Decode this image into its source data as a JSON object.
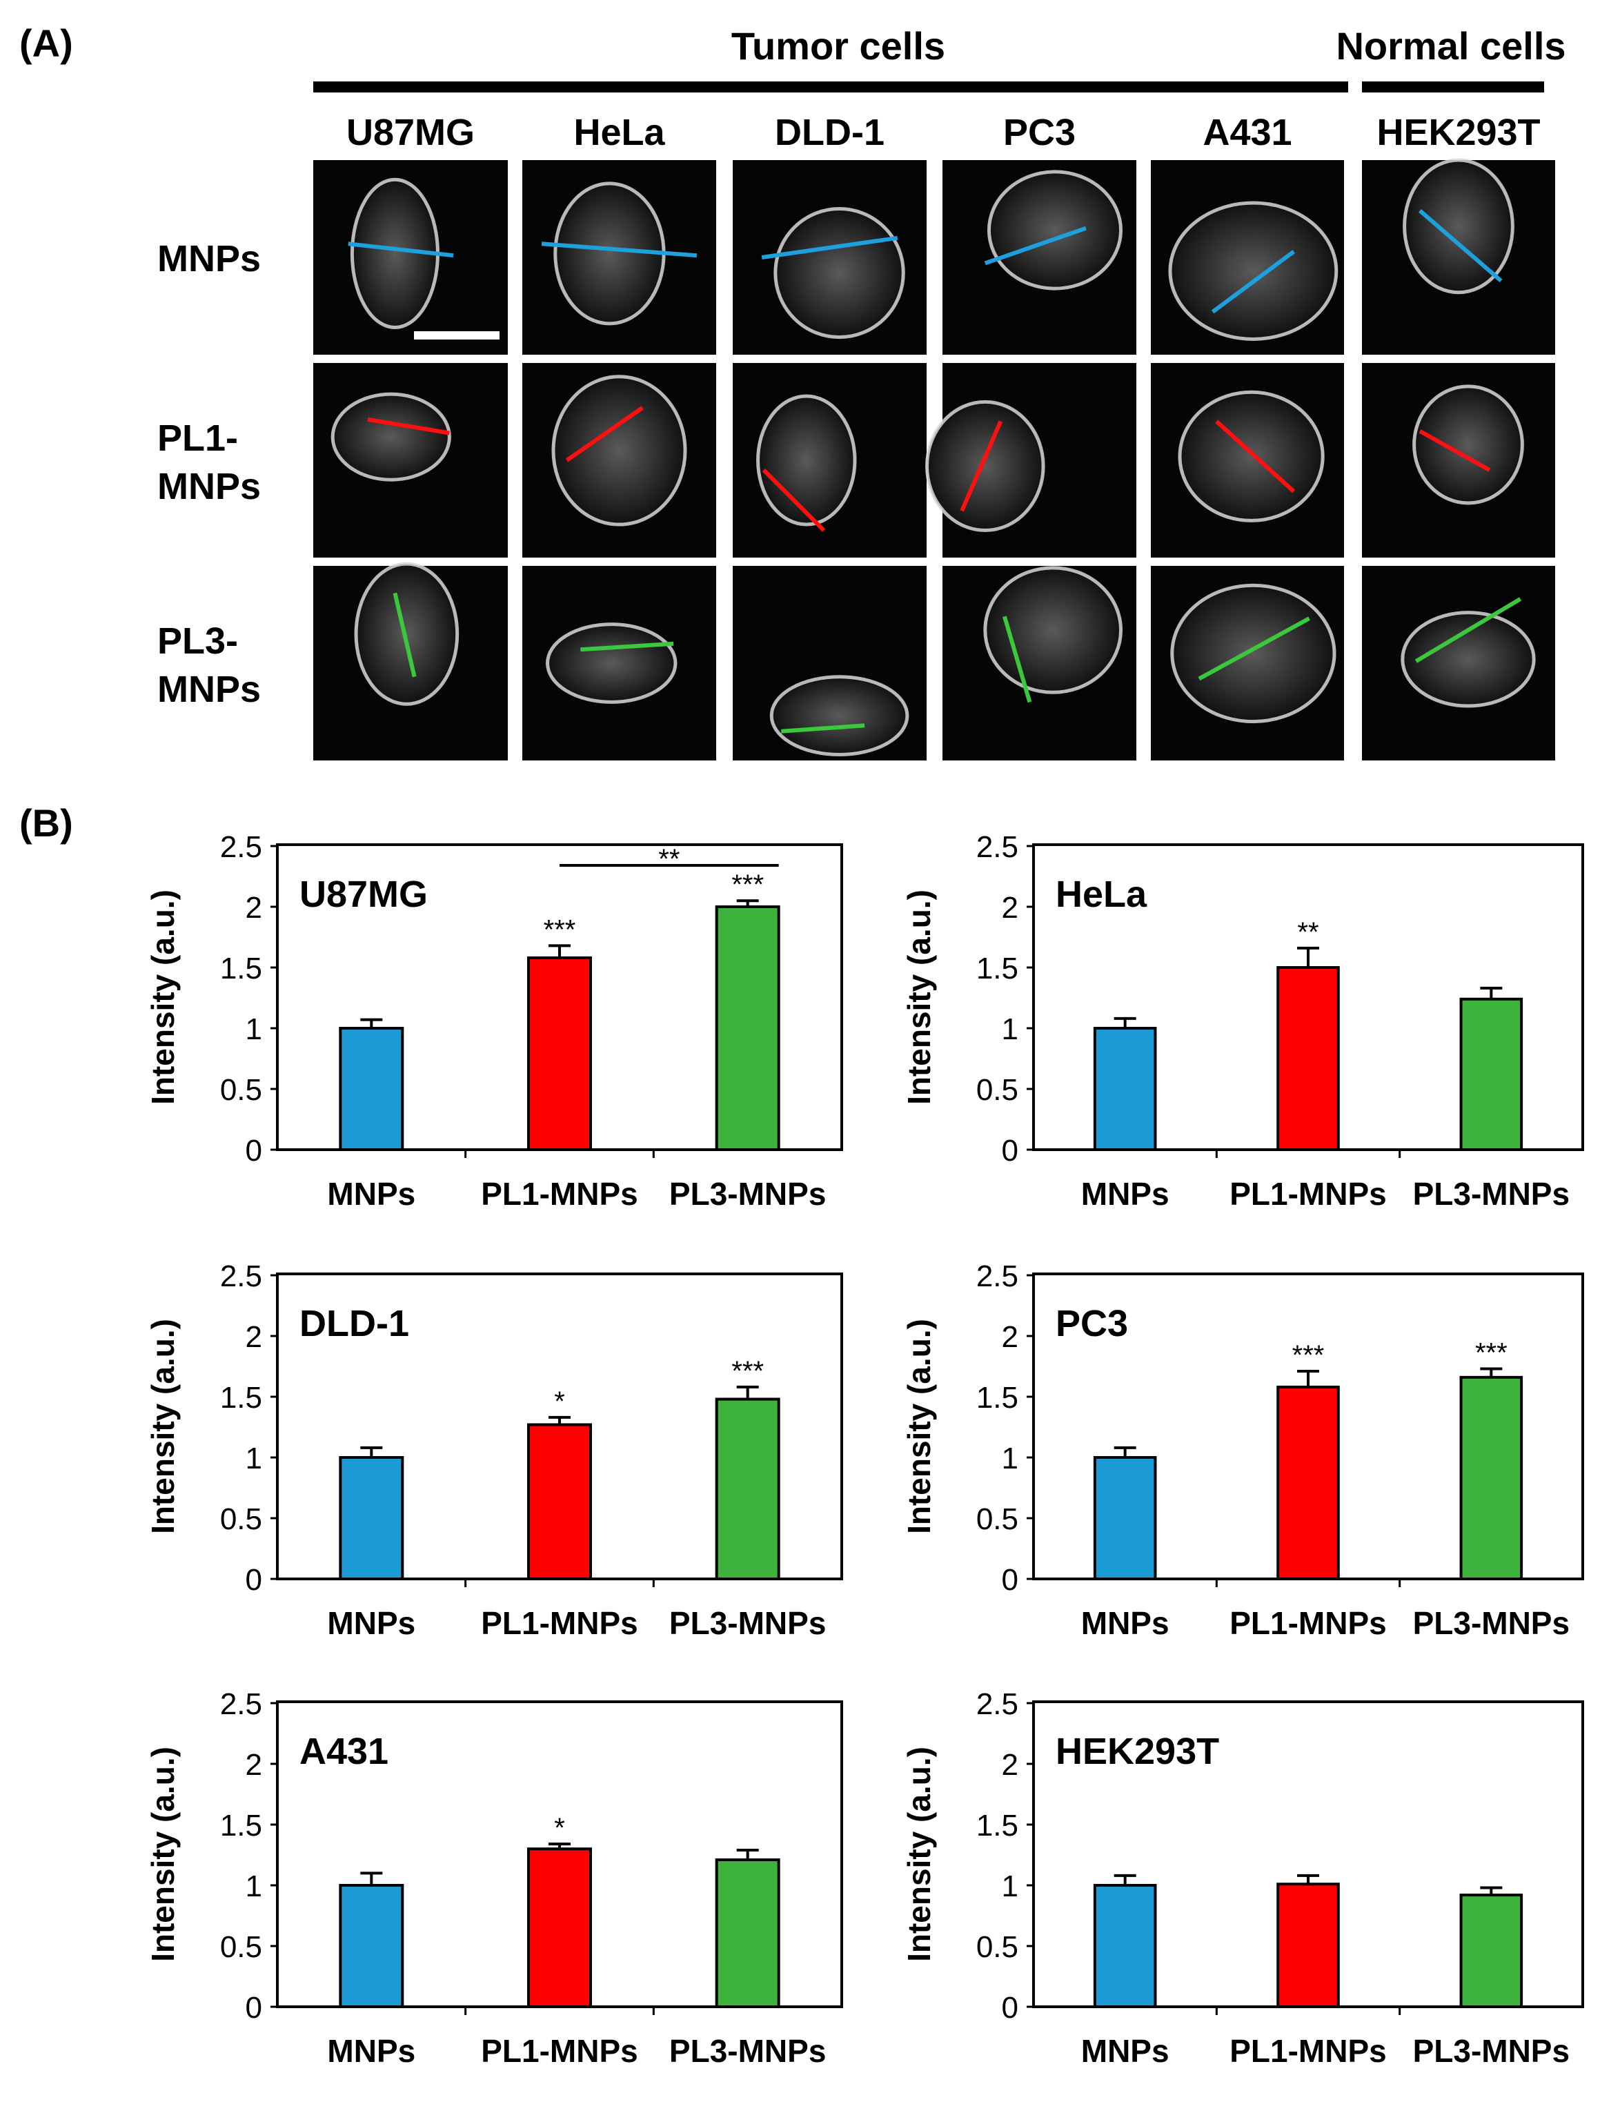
{
  "panel_a": {
    "label": "(A)",
    "group_tumor": "Tumor cells",
    "group_normal": "Normal cells",
    "cell_lines": [
      "U87MG",
      "HeLa",
      "DLD-1",
      "PC3",
      "A431",
      "HEK293T"
    ],
    "row_labels": [
      [
        "MNPs"
      ],
      [
        "PL1-",
        "MNPs"
      ],
      [
        "PL3-",
        "MNPs"
      ]
    ],
    "line_colors": [
      "#1ea0dc",
      "#ff1010",
      "#3cc83c"
    ]
  },
  "panel_b": {
    "label": "(B)"
  },
  "chart_data": [
    {
      "type": "bar",
      "title": "U87MG",
      "categories": [
        "MNPs",
        "PL1-MNPs",
        "PL3-MNPs"
      ],
      "values": [
        1.0,
        1.58,
        2.0
      ],
      "errors": [
        0.07,
        0.1,
        0.05
      ],
      "colors": [
        "#1b9ad6",
        "#ff0000",
        "#3db33d"
      ],
      "significance": [
        "",
        "***",
        "***"
      ],
      "bracket": {
        "from": 1,
        "to": 2,
        "label": "**"
      },
      "ylabel": "Intensity (a.u.)",
      "ylim": [
        0,
        2.5
      ],
      "yticks": [
        "0",
        "0.5",
        "1",
        "1.5",
        "2",
        "2.5"
      ]
    },
    {
      "type": "bar",
      "title": "HeLa",
      "categories": [
        "MNPs",
        "PL1-MNPs",
        "PL3-MNPs"
      ],
      "values": [
        1.0,
        1.5,
        1.24
      ],
      "errors": [
        0.08,
        0.16,
        0.09
      ],
      "colors": [
        "#1b9ad6",
        "#ff0000",
        "#3db33d"
      ],
      "significance": [
        "",
        "**",
        ""
      ],
      "ylabel": "Intensity (a.u.)",
      "ylim": [
        0,
        2.5
      ],
      "yticks": [
        "0",
        "0.5",
        "1",
        "1.5",
        "2",
        "2.5"
      ]
    },
    {
      "type": "bar",
      "title": "DLD-1",
      "categories": [
        "MNPs",
        "PL1-MNPs",
        "PL3-MNPs"
      ],
      "values": [
        1.0,
        1.27,
        1.48
      ],
      "errors": [
        0.08,
        0.06,
        0.1
      ],
      "colors": [
        "#1b9ad6",
        "#ff0000",
        "#3db33d"
      ],
      "significance": [
        "",
        "*",
        "***"
      ],
      "ylabel": "Intensity (a.u.)",
      "ylim": [
        0,
        2.5
      ],
      "yticks": [
        "0",
        "0.5",
        "1",
        "1.5",
        "2",
        "2.5"
      ]
    },
    {
      "type": "bar",
      "title": "PC3",
      "categories": [
        "MNPs",
        "PL1-MNPs",
        "PL3-MNPs"
      ],
      "values": [
        1.0,
        1.58,
        1.66
      ],
      "errors": [
        0.08,
        0.13,
        0.07
      ],
      "colors": [
        "#1b9ad6",
        "#ff0000",
        "#3db33d"
      ],
      "significance": [
        "",
        "***",
        "***"
      ],
      "ylabel": "Intensity (a.u.)",
      "ylim": [
        0,
        2.5
      ],
      "yticks": [
        "0",
        "0.5",
        "1",
        "1.5",
        "2",
        "2.5"
      ]
    },
    {
      "type": "bar",
      "title": "A431",
      "categories": [
        "MNPs",
        "PL1-MNPs",
        "PL3-MNPs"
      ],
      "values": [
        1.0,
        1.3,
        1.21
      ],
      "errors": [
        0.1,
        0.04,
        0.08
      ],
      "colors": [
        "#1b9ad6",
        "#ff0000",
        "#3db33d"
      ],
      "significance": [
        "",
        "*",
        ""
      ],
      "ylabel": "Intensity (a.u.)",
      "ylim": [
        0,
        2.5
      ],
      "yticks": [
        "0",
        "0.5",
        "1",
        "1.5",
        "2",
        "2.5"
      ]
    },
    {
      "type": "bar",
      "title": "HEK293T",
      "categories": [
        "MNPs",
        "PL1-MNPs",
        "PL3-MNPs"
      ],
      "values": [
        1.0,
        1.01,
        0.92
      ],
      "errors": [
        0.08,
        0.07,
        0.06
      ],
      "colors": [
        "#1b9ad6",
        "#ff0000",
        "#3db33d"
      ],
      "significance": [
        "",
        "",
        ""
      ],
      "ylabel": "Intensity (a.u.)",
      "ylim": [
        0,
        2.5
      ],
      "yticks": [
        "0",
        "0.5",
        "1",
        "1.5",
        "2",
        "2.5"
      ]
    }
  ]
}
